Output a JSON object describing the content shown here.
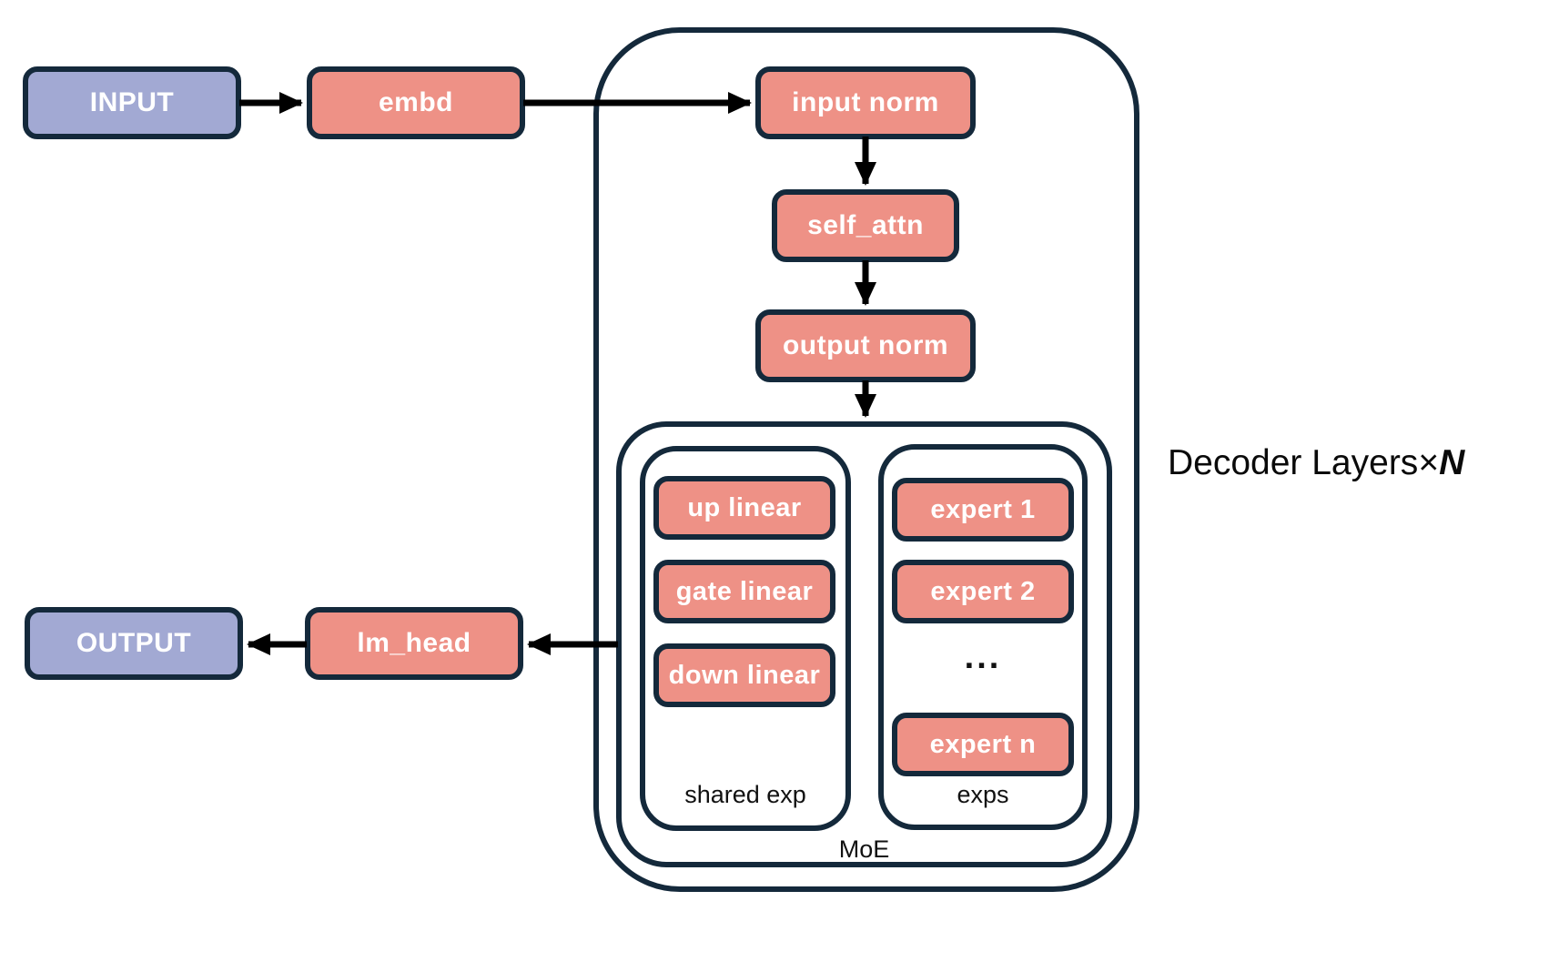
{
  "colors": {
    "border": "#14293b",
    "io_fill": "#a2a9d3",
    "block_fill": "#ee9186",
    "arrow": "#000000",
    "box_text": "#ffffff",
    "label_text": "#111111"
  },
  "io": {
    "input": "INPUT",
    "output": "OUTPUT"
  },
  "blocks": {
    "embd": "embd",
    "input_norm": "input norm",
    "self_attn": "self_attn",
    "output_norm": "output norm",
    "lm_head": "lm_head"
  },
  "decoder": {
    "label_prefix": "Decoder Layers",
    "times_symbol": "×",
    "n_symbol": "N",
    "moe": {
      "label": "MoE",
      "shared": {
        "label": "shared exp",
        "items": [
          "up linear",
          "gate linear",
          "down linear"
        ]
      },
      "experts": {
        "label": "exps",
        "items": [
          "expert 1",
          "expert 2",
          "expert n"
        ],
        "ellipsis": "..."
      }
    }
  }
}
